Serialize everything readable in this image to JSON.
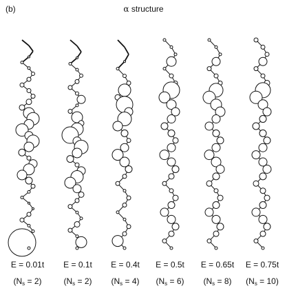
{
  "figure": {
    "panel_label": "(b)",
    "title_symbol": "α",
    "title_text": "structure"
  },
  "chains": [
    {
      "energy": "E = 0.01t",
      "ns_prefix": "(N",
      "ns_sub": "s",
      "ns_suffix": " = 2)"
    },
    {
      "energy": "E = 0.1t",
      "ns_prefix": "(N",
      "ns_sub": "s",
      "ns_suffix": " = 2)"
    },
    {
      "energy": "E = 0.4t",
      "ns_prefix": "(N",
      "ns_sub": "s",
      "ns_suffix": " = 4)"
    },
    {
      "energy": "E = 0.5t",
      "ns_prefix": "(N",
      "ns_sub": "s",
      "ns_suffix": " = 6)"
    },
    {
      "energy": "E = 0.65t",
      "ns_prefix": "(N",
      "ns_sub": "s",
      "ns_suffix": " = 8)"
    },
    {
      "energy": "E = 0.75t",
      "ns_prefix": "(N",
      "ns_sub": "s",
      "ns_suffix": " = 10)"
    }
  ]
}
